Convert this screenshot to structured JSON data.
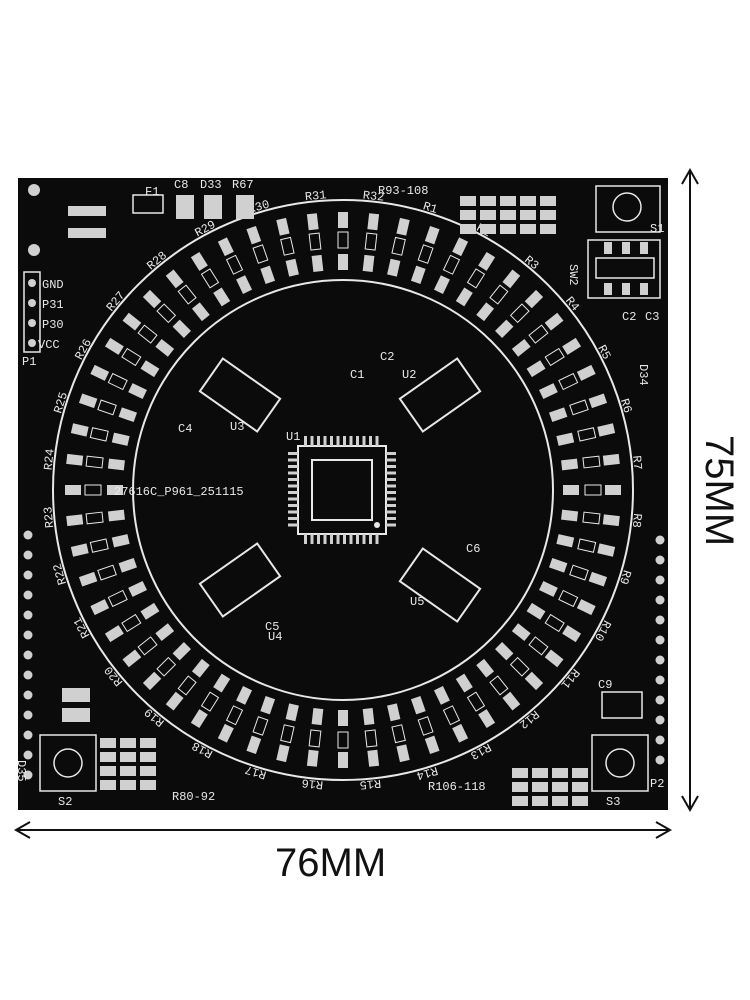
{
  "board": {
    "top_labels": {
      "f1": "F1",
      "c8": "C8",
      "d33": "D33",
      "r67": "R67",
      "r93_108": "R93-108",
      "s1": "S1"
    },
    "header_p1": {
      "gnd": "GND",
      "p31": "P31",
      "p30": "P30",
      "vcc": "VCC",
      "p1": "P1"
    },
    "ic_labels": {
      "u1": "U1",
      "u2": "U2",
      "u3": "U3",
      "u4": "U4",
      "u5": "U5",
      "c1": "C1",
      "c2": "C2",
      "c4": "C4",
      "c5": "C5",
      "c6": "C6"
    },
    "silkscreen_code": "27616C_P961_251115",
    "bottom_labels": {
      "s2": "S2",
      "r80_92": "R80-92",
      "r106_118": "R106-118",
      "s3": "S3",
      "p2": "P2",
      "c9": "C9",
      "d35": "D35"
    },
    "right_labels": {
      "sw2": "SW2",
      "c2b": "C2",
      "c3": "C3",
      "d34": "D34"
    },
    "ring_labels": [
      "R1",
      "R2",
      "R3",
      "R4",
      "R5",
      "R6",
      "R7",
      "R8",
      "R9",
      "R10",
      "R11",
      "R12",
      "R13",
      "R14",
      "R15",
      "R16",
      "R17",
      "R18",
      "R19",
      "R20",
      "R21",
      "R22",
      "R23",
      "R24",
      "R25",
      "R26",
      "R27",
      "R28",
      "R29",
      "R30",
      "R31",
      "R32"
    ]
  },
  "dimensions": {
    "width": "76MM",
    "height": "75MM"
  },
  "colors": {
    "board": "#0b0b0b",
    "silk": "#e8e8e8",
    "pad": "#d0d0d0",
    "dim_line": "#111111"
  }
}
